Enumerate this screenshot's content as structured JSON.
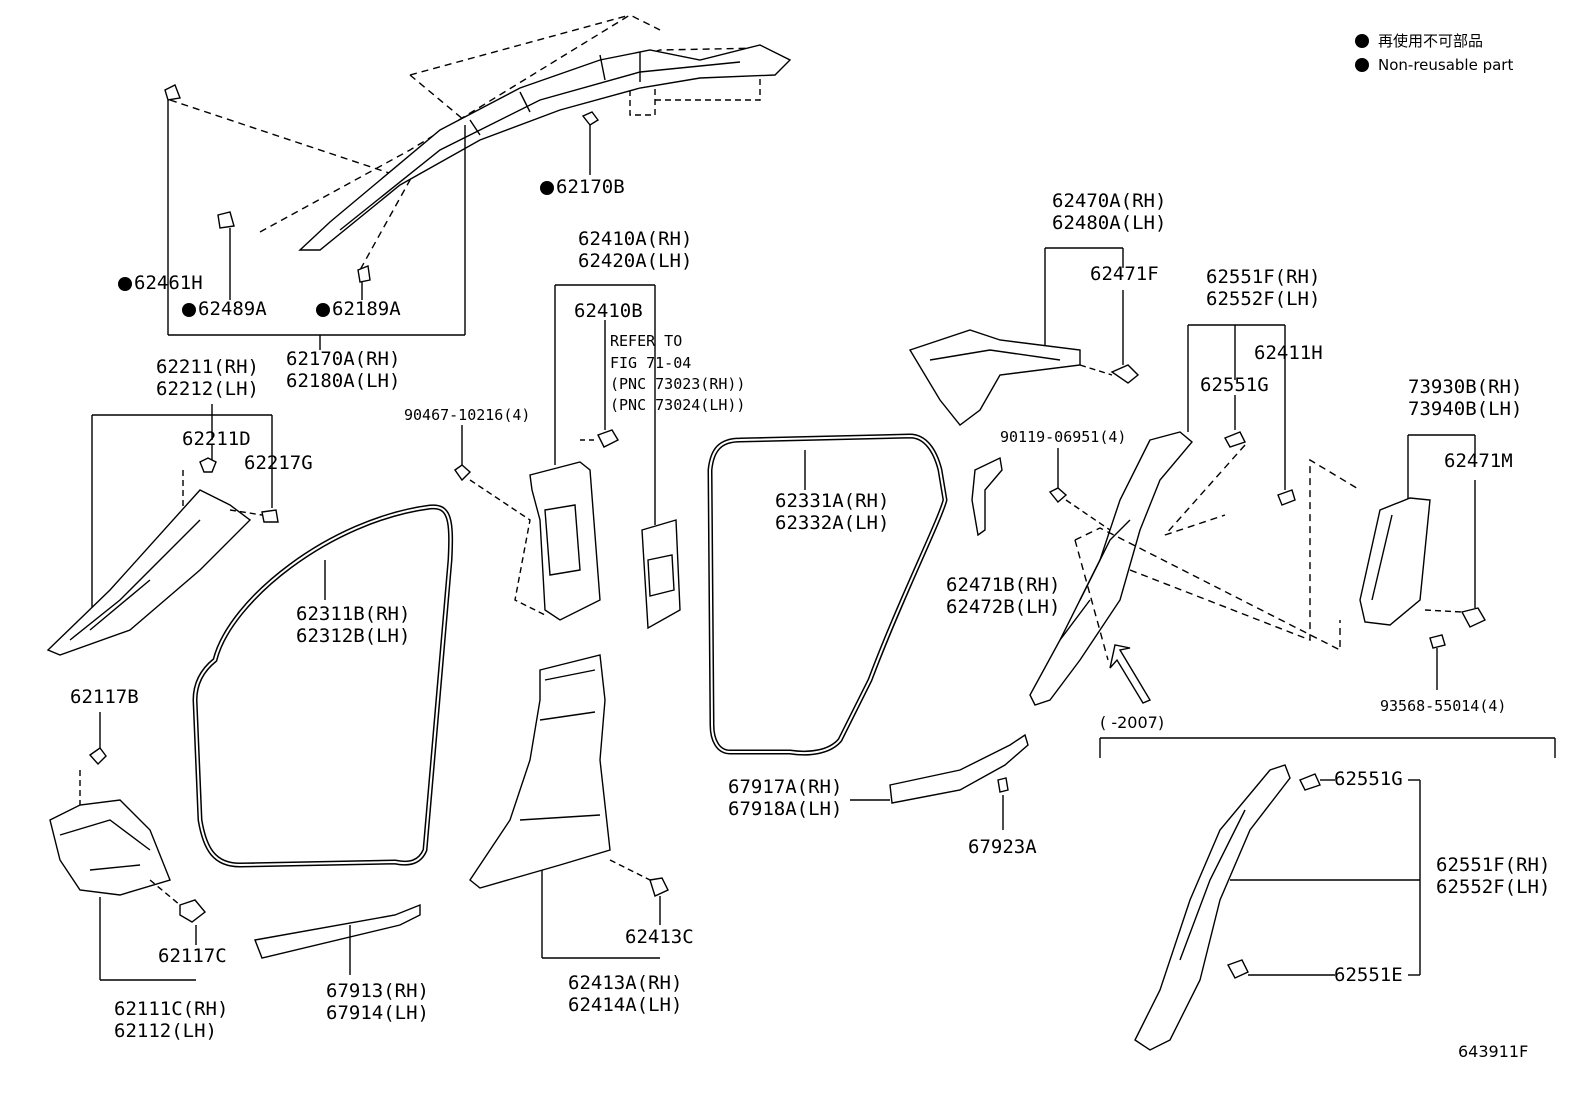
{
  "legend": {
    "bullet_jp": "再使用不可部品",
    "bullet_en": "Non-reusable part"
  },
  "labels": {
    "p62170B": "62170B",
    "p62461H": "62461H",
    "p62489A": "62489A",
    "p62189A": "62189A",
    "p62170A": "62170A(RH)",
    "p62180A": "62180A(LH)",
    "p62211": "62211(RH)",
    "p62212": "62212(LH)",
    "p62211D": "62211D",
    "p62217G": "62217G",
    "p62117B": "62117B",
    "p62117C": "62117C",
    "p62111C": "62111C(RH)",
    "p62112": "62112(LH)",
    "p62311B": "62311B(RH)",
    "p62312B": "62312B(LH)",
    "p67913": "67913(RH)",
    "p67914": "67914(LH)",
    "p90467": "90467-10216(4)",
    "p62410A": "62410A(RH)",
    "p62420A": "62420A(LH)",
    "p62410B": "62410B",
    "refer1": "REFER TO",
    "refer2": "FIG 71-04",
    "refer3": "(PNC 73023(RH))",
    "refer4": "(PNC 73024(LH))",
    "p62413C": "62413C",
    "p62413A": "62413A(RH)",
    "p62414A": "62414A(LH)",
    "p62331A": "62331A(RH)",
    "p62332A": "62332A(LH)",
    "p67917A": "67917A(RH)",
    "p67918A": "67918A(LH)",
    "p67923A": "67923A",
    "p62470A": "62470A(RH)",
    "p62480A": "62480A(LH)",
    "p62471F": "62471F",
    "p90119": "90119-06951(4)",
    "p62471B": "62471B(RH)",
    "p62472B": "62472B(LH)",
    "p62551F": "62551F(RH)",
    "p62552F": "62552F(LH)",
    "p62551G": "62551G",
    "p62411H": "62411H",
    "p73930B": "73930B(RH)",
    "p73940B": "73940B(LH)",
    "p62471M": "62471M",
    "p93568": "93568-55014(4)",
    "range": "(    -2007)",
    "p62551G_b": "62551G",
    "p62551F_b": "62551F(RH)",
    "p62552F_b": "62552F(LH)",
    "p62551E": "62551E",
    "fig_id": "643911F"
  },
  "colors": {
    "ink": "#000000",
    "paper": "#ffffff"
  }
}
